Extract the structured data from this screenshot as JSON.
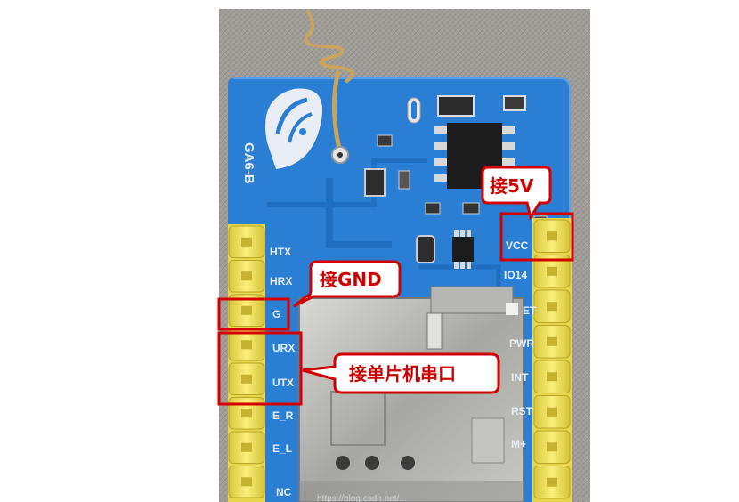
{
  "board": {
    "model": "GA6-B",
    "colors": {
      "pcb": "#2a7fd4",
      "header": "#f3e25a",
      "annotation": "#d40000",
      "background": "#9f9c98"
    }
  },
  "left_pins": [
    "HTX",
    "HRX",
    "G",
    "URX",
    "UTX",
    "E_R",
    "E_L",
    "NC"
  ],
  "right_pins": [
    "VCC",
    "IO14",
    "ET",
    "PWR",
    "INT",
    "RST",
    "M+"
  ],
  "callouts": {
    "vcc": "接5V",
    "gnd": "接GND",
    "uart": "接单片机串口"
  },
  "watermark": "https://blog.csdn.net/..."
}
